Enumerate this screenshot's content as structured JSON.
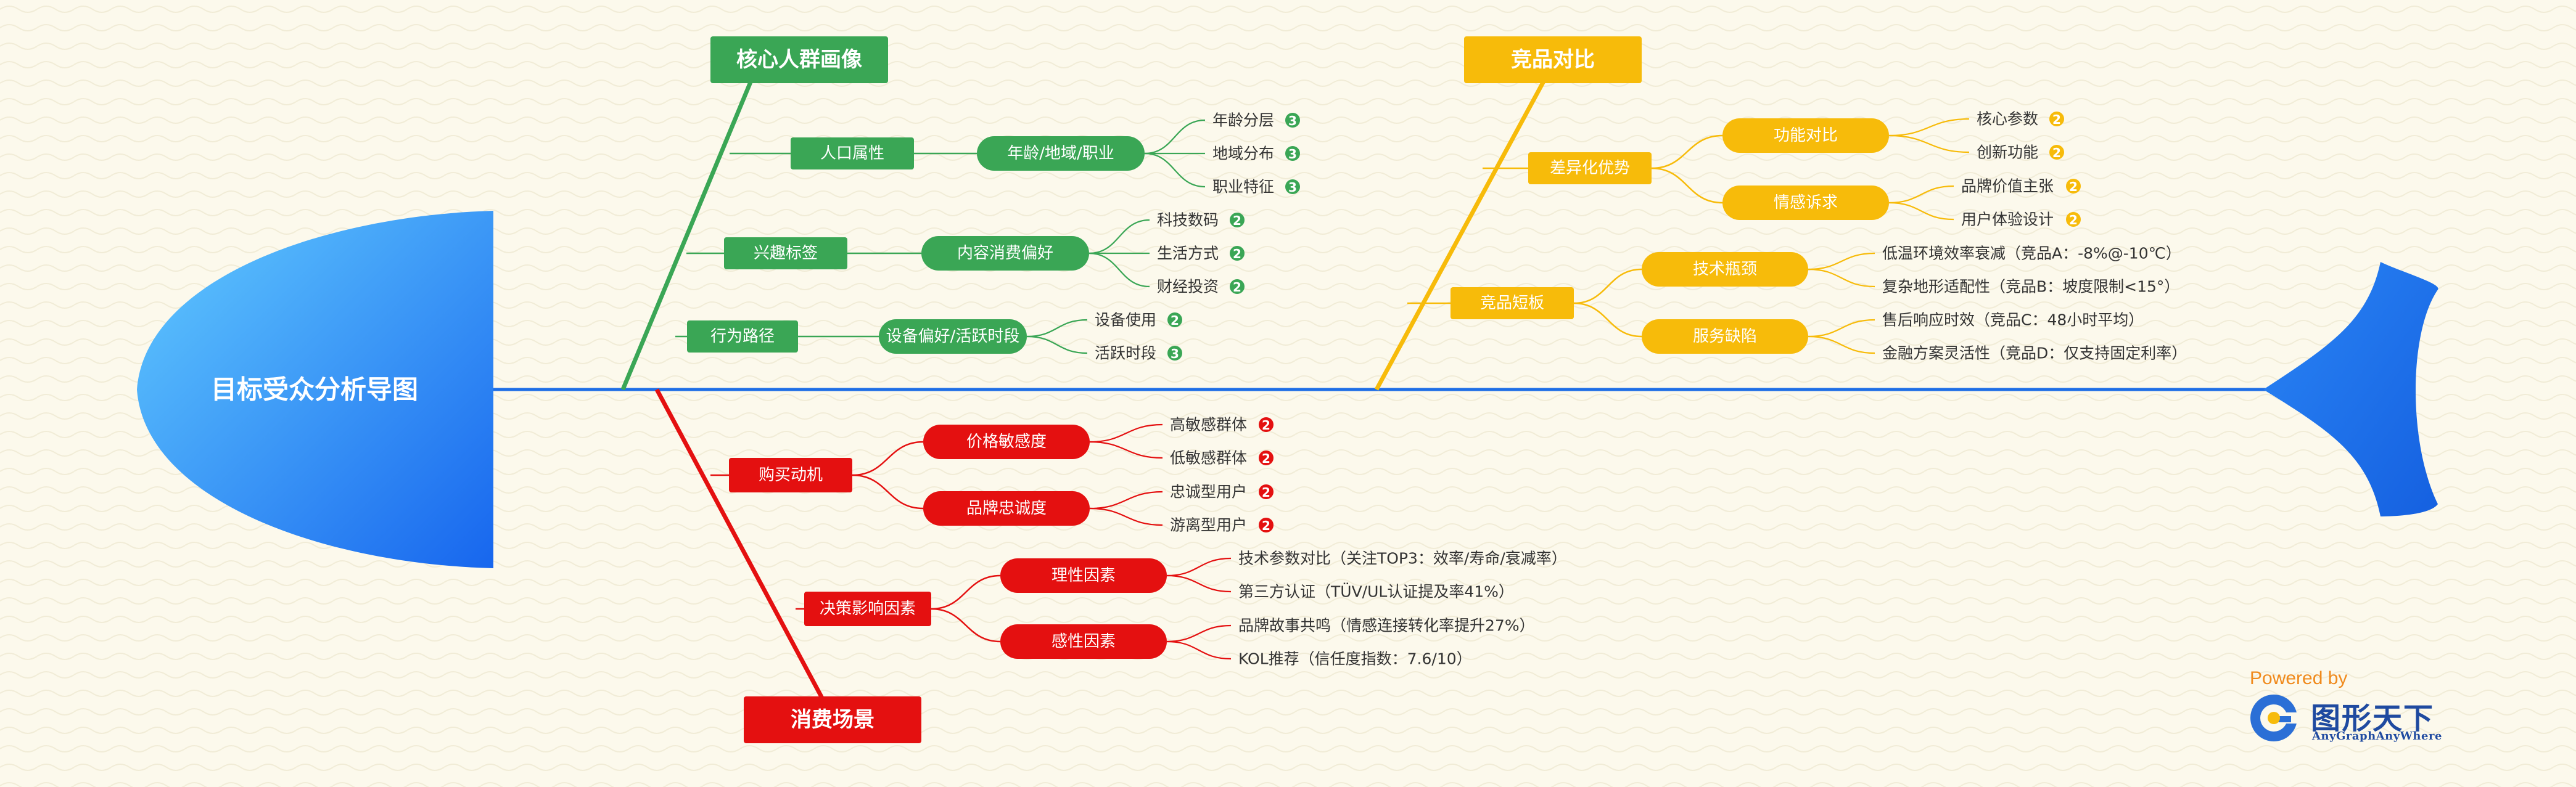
{
  "title": "目标受众分析导图",
  "colors": {
    "spine": "#1e6ee6",
    "green": "#3aa655",
    "yellow": "#f7bb0a",
    "red": "#e41010",
    "head_light": "#5fc8ff",
    "head_dark": "#1a6ff0",
    "leaf_text": "#333333"
  },
  "categories": {
    "portrait": {
      "label": "核心人群画像",
      "branches": [
        {
          "label": "人口属性",
          "sub": "年龄/地域/职业",
          "leaves": [
            {
              "text": "年龄分层",
              "badge": "3"
            },
            {
              "text": "地域分布",
              "badge": "3"
            },
            {
              "text": "职业特征",
              "badge": "3"
            }
          ]
        },
        {
          "label": "兴趣标签",
          "sub": "内容消费偏好",
          "leaves": [
            {
              "text": "科技数码",
              "badge": "2"
            },
            {
              "text": "生活方式",
              "badge": "2"
            },
            {
              "text": "财经投资",
              "badge": "2"
            }
          ]
        },
        {
          "label": "行为路径",
          "sub": "设备偏好/活跃时段",
          "leaves": [
            {
              "text": "设备使用",
              "badge": "2"
            },
            {
              "text": "活跃时段",
              "badge": "3"
            }
          ]
        }
      ]
    },
    "competitor": {
      "label": "竞品对比",
      "branches": [
        {
          "label": "差异化优势",
          "subs": [
            {
              "label": "功能对比",
              "leaves": [
                {
                  "text": "核心参数",
                  "badge": "2"
                },
                {
                  "text": "创新功能",
                  "badge": "2"
                }
              ]
            },
            {
              "label": "情感诉求",
              "leaves": [
                {
                  "text": "品牌价值主张",
                  "badge": "2"
                },
                {
                  "text": "用户体验设计",
                  "badge": "2"
                }
              ]
            }
          ]
        },
        {
          "label": "竞品短板",
          "subs": [
            {
              "label": "技术瓶颈",
              "leaves": [
                {
                  "text": "低温环境效率衰减（竞品A：-8%@-10℃）"
                },
                {
                  "text": "复杂地形适配性（竞品B：坡度限制<15°）"
                }
              ]
            },
            {
              "label": "服务缺陷",
              "leaves": [
                {
                  "text": "售后响应时效（竞品C：48小时平均）"
                },
                {
                  "text": "金融方案灵活性（竞品D：仅支持固定利率）"
                }
              ]
            }
          ]
        }
      ]
    },
    "scenario": {
      "label": "消费场景",
      "branches": [
        {
          "label": "购买动机",
          "subs": [
            {
              "label": "价格敏感度",
              "leaves": [
                {
                  "text": "高敏感群体",
                  "badge": "2"
                },
                {
                  "text": "低敏感群体",
                  "badge": "2"
                }
              ]
            },
            {
              "label": "品牌忠诚度",
              "leaves": [
                {
                  "text": "忠诚型用户",
                  "badge": "2"
                },
                {
                  "text": "游离型用户",
                  "badge": "2"
                }
              ]
            }
          ]
        },
        {
          "label": "决策影响因素",
          "subs": [
            {
              "label": "理性因素",
              "leaves": [
                {
                  "text": "技术参数对比（关注TOP3：效率/寿命/衰减率）"
                },
                {
                  "text": "第三方认证（TÜV/UL认证提及率41%）"
                }
              ]
            },
            {
              "label": "感性因素",
              "leaves": [
                {
                  "text": "品牌故事共鸣（情感连接转化率提升27%）"
                },
                {
                  "text": "KOL推荐（信任度指数：7.6/10）"
                }
              ]
            }
          ]
        }
      ]
    }
  },
  "branding": {
    "powered": "Powered by",
    "name": "图形天下",
    "sub": "AnyGraphAnyWhere"
  }
}
